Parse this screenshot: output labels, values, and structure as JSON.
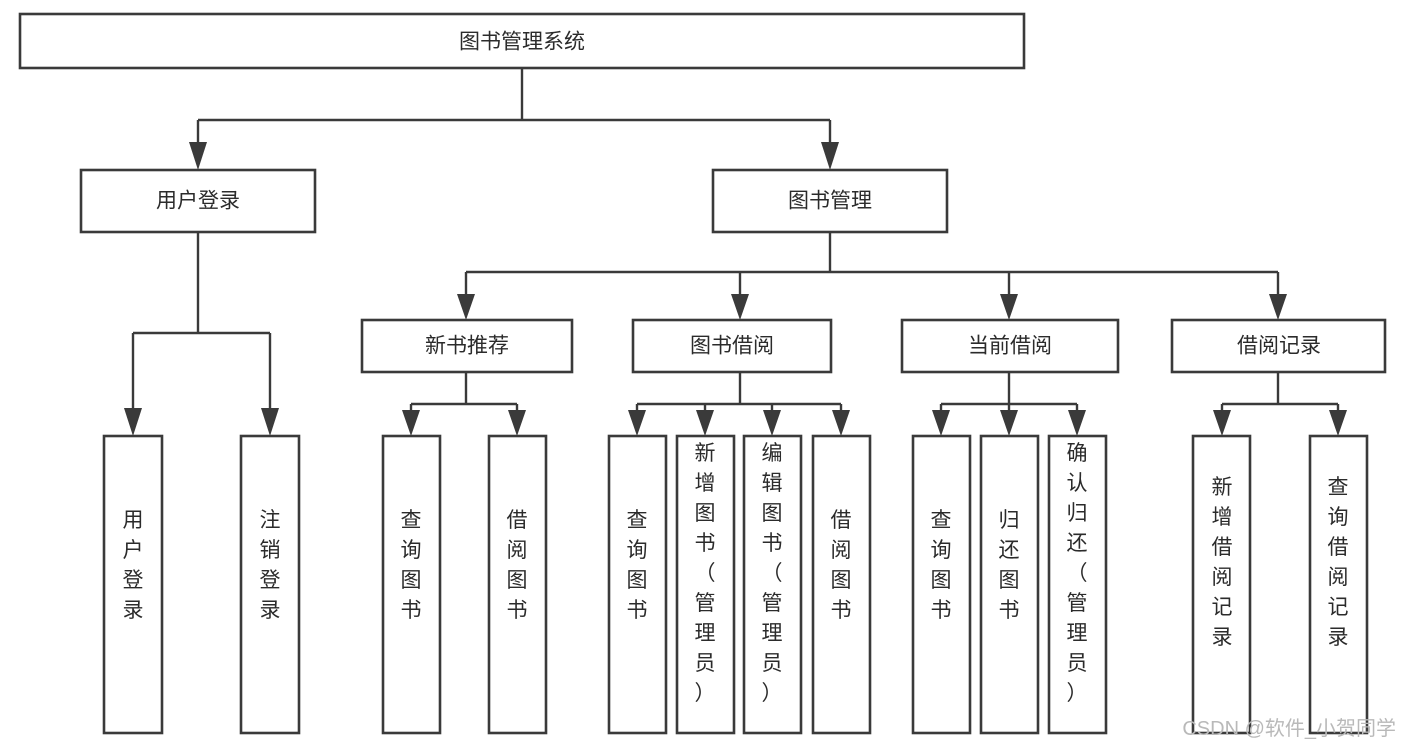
{
  "diagram": {
    "title": "图书管理系统",
    "type": "hierarchy-tree",
    "root": {
      "id": "root",
      "label": "图书管理系统",
      "orientation": "horizontal"
    },
    "level2": [
      {
        "id": "user-login",
        "label": "用户登录",
        "orientation": "horizontal"
      },
      {
        "id": "book-manage",
        "label": "图书管理",
        "orientation": "horizontal"
      }
    ],
    "level3": [
      {
        "id": "new-book-rec",
        "label": "新书推荐",
        "orientation": "horizontal",
        "parent": "book-manage"
      },
      {
        "id": "book-borrow",
        "label": "图书借阅",
        "orientation": "horizontal",
        "parent": "book-manage"
      },
      {
        "id": "current-borrow",
        "label": "当前借阅",
        "orientation": "horizontal",
        "parent": "book-manage"
      },
      {
        "id": "borrow-record",
        "label": "借阅记录",
        "orientation": "horizontal",
        "parent": "book-manage"
      }
    ],
    "leaves": [
      {
        "id": "leaf-user-login",
        "label": "用户登录",
        "orientation": "vertical",
        "parent": "user-login"
      },
      {
        "id": "leaf-user-logout",
        "label": "注销登录",
        "orientation": "vertical",
        "parent": "user-login"
      },
      {
        "id": "leaf-query-book-1",
        "label": "查询图书",
        "orientation": "vertical",
        "parent": "new-book-rec"
      },
      {
        "id": "leaf-borrow-book-1",
        "label": "借阅图书",
        "orientation": "vertical",
        "parent": "new-book-rec"
      },
      {
        "id": "leaf-query-book-2",
        "label": "查询图书",
        "orientation": "vertical",
        "parent": "book-borrow"
      },
      {
        "id": "leaf-add-book",
        "label": "新增图书（管理员）",
        "orientation": "vertical",
        "parent": "book-borrow"
      },
      {
        "id": "leaf-edit-book",
        "label": "编辑图书（管理员）",
        "orientation": "vertical",
        "parent": "book-borrow"
      },
      {
        "id": "leaf-borrow-book-2",
        "label": "借阅图书",
        "orientation": "vertical",
        "parent": "book-borrow"
      },
      {
        "id": "leaf-query-book-3",
        "label": "查询图书",
        "orientation": "vertical",
        "parent": "current-borrow"
      },
      {
        "id": "leaf-return-book",
        "label": "归还图书",
        "orientation": "vertical",
        "parent": "current-borrow"
      },
      {
        "id": "leaf-confirm-return",
        "label": "确认归还（管理员）",
        "orientation": "vertical",
        "parent": "current-borrow"
      },
      {
        "id": "leaf-add-record",
        "label": "新增借阅记录",
        "orientation": "vertical",
        "parent": "borrow-record"
      },
      {
        "id": "leaf-query-record",
        "label": "查询借阅记录",
        "orientation": "vertical",
        "parent": "borrow-record"
      }
    ],
    "watermark": "CSDN @软件_小贺同学",
    "colors": {
      "stroke": "#3a3a3a",
      "fill": "#ffffff",
      "text": "#2b2b2b",
      "watermark": "#b9b9b9",
      "background": "#ffffff"
    }
  }
}
